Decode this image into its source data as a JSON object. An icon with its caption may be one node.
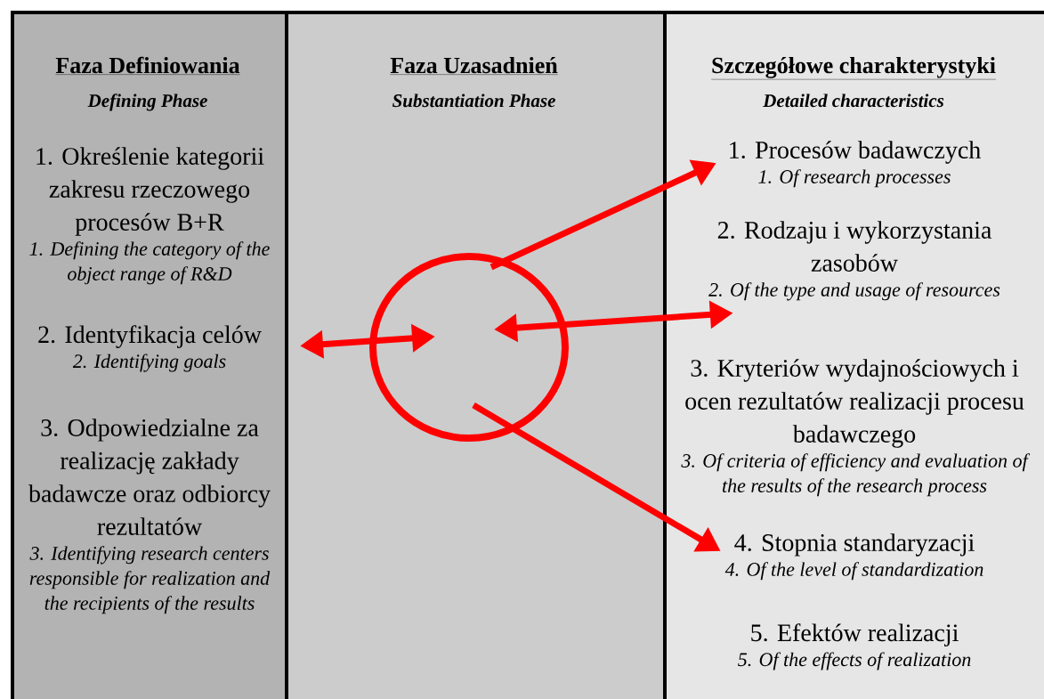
{
  "diagram": {
    "nodes": [
      {
        "text": [
          "Faza Definiowania",
          "Defining Phase"
        ]
      },
      {
        "text": [
          "1. Określenie kategorii zakresu rzeczowego procesów B+R",
          "1. Defining the category of the object range of R&D"
        ],
        "in": 0
      },
      {
        "text": [
          "2. Identyfikacja celów",
          "2. Identifying goals"
        ],
        "in": 0
      },
      {
        "text": [
          "3. Odpowiedzialne za realizację zakłady badawcze oraz odbiorcy rezultatów",
          "3. Identifying research centers responsible for realization and the recipients of the results"
        ],
        "in": 0
      },
      {
        "text": [
          "Faza Uzasadnień",
          "Substantiation Phase"
        ]
      },
      {
        "text": [],
        "shape": "circle",
        "in": 4
      },
      {
        "text": [
          "Szczegółowe charakterystyki",
          "Detailed characteristics"
        ]
      },
      {
        "text": [
          "1. Procesów badawczych",
          "1. Of research processes"
        ],
        "in": 6
      },
      {
        "text": [
          "2. Rodzaju i wykorzystania zasobów",
          "2. Of the type and usage of resources"
        ],
        "in": 6
      },
      {
        "text": [
          "3. Kryteriów wydajnościowych i ocen rezultatów realizacji procesu badawczego",
          "3. Of criteria of efficiency and evaluation of the results of the research process"
        ],
        "in": 6
      },
      {
        "text": [
          "4. Stopnia standaryzacji",
          "4. Of the level of standardization"
        ],
        "in": 6
      },
      {
        "text": [
          "5. Efektów realizacji",
          "5. Of the effects of realization"
        ],
        "in": 6
      }
    ],
    "edges": [
      {
        "from": 0,
        "to": 5,
        "arrow": "both"
      },
      {
        "from": 5,
        "to": 7,
        "arrow": "to"
      },
      {
        "from": 5,
        "to": 8,
        "arrow": "both"
      },
      {
        "from": 5,
        "to": 10,
        "arrow": "to"
      }
    ]
  }
}
